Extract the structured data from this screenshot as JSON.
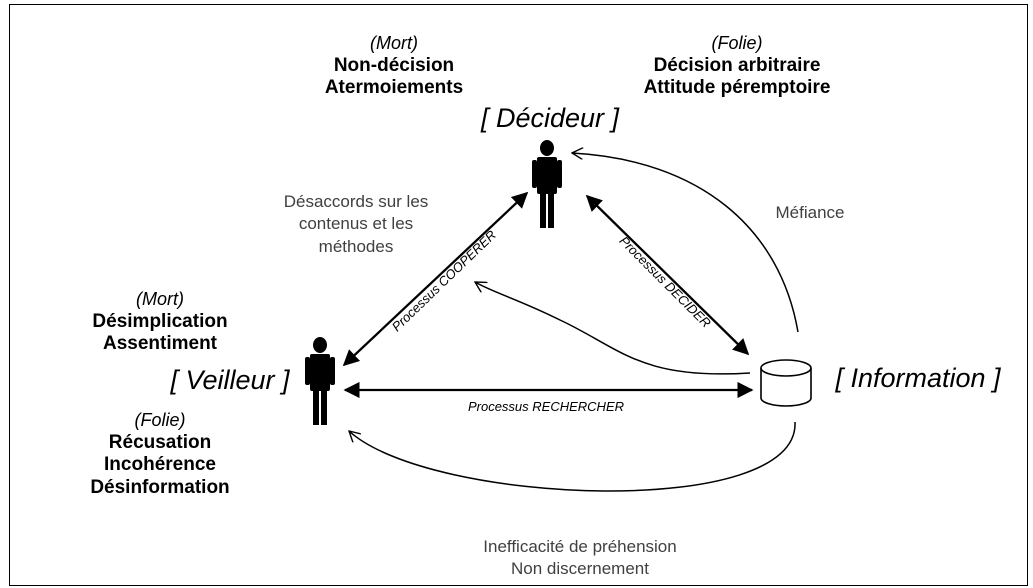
{
  "decideur": {
    "label": "[ Décideur ]",
    "mort": {
      "tag": "(Mort)",
      "line1": "Non-décision",
      "line2": "Atermoiements"
    },
    "folie": {
      "tag": "(Folie)",
      "line1": "Décision arbitraire",
      "line2": "Attitude péremptoire"
    }
  },
  "veilleur": {
    "label": "[ Veilleur ]",
    "mort": {
      "tag": "(Mort)",
      "line1": "Désimplication",
      "line2": "Assentiment"
    },
    "folie": {
      "tag": "(Folie)",
      "line1": "Récusation",
      "line2": "Incohérence",
      "line3": "Désinformation"
    }
  },
  "information": {
    "label": "[ Information ]"
  },
  "processes": {
    "cooperer": "Processus COOPERER",
    "decider": "Processus DECIDER",
    "rechercher": "Processus RECHERCHER"
  },
  "annotations": {
    "desaccords": [
      "Désaccords sur les",
      "contenus et les",
      "méthodes"
    ],
    "mefiance": "Méfiance",
    "inefficacite": [
      "Inefficacité de préhension",
      "Non discernement"
    ]
  }
}
